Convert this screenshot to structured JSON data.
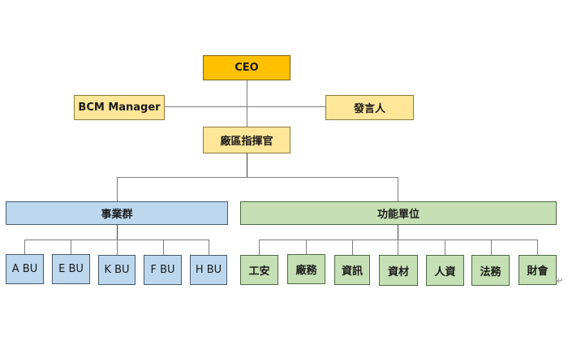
{
  "colors": {
    "ceo_fill": "#ffc000",
    "ceo_border": "#7f6000",
    "yellow_fill": "#ffe699",
    "yellow_border": "#8c7a40",
    "blue_fill": "#bdd7ee",
    "blue_border": "#4a5a6a",
    "green_fill": "#c5e0b4",
    "green_border": "#4f6a45",
    "connector": "#7f7f7f"
  },
  "nodes": {
    "ceo": "CEO",
    "bcm_manager": "BCM Manager",
    "spokesperson": "發言人",
    "site_commander": "廠區指揮官",
    "business_group": "事業群",
    "functional_units": "功能單位",
    "business_units": [
      "A BU",
      "E BU",
      "K BU",
      "F BU",
      "H BU"
    ],
    "functions": [
      "工安",
      "廠務",
      "資訊",
      "資材",
      "人資",
      "法務",
      "財會"
    ]
  },
  "paragraph_mark": "↵"
}
